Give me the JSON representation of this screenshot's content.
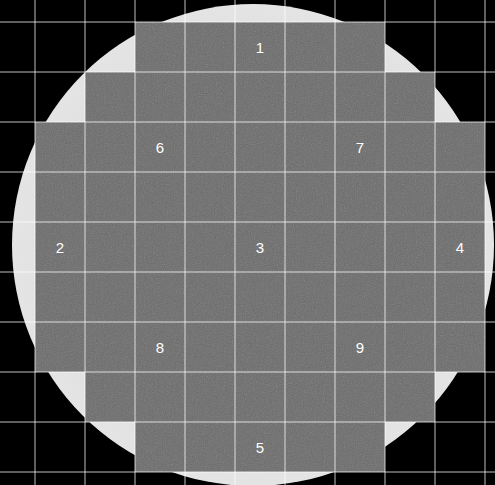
{
  "diagram": {
    "nodes": [
      {
        "text": [
          "1"
        ]
      },
      {
        "text": [
          "6"
        ]
      },
      {
        "text": [
          "7"
        ]
      },
      {
        "text": [
          "2"
        ]
      },
      {
        "text": [
          "3"
        ]
      },
      {
        "text": [
          "4"
        ]
      },
      {
        "text": [
          "8"
        ]
      },
      {
        "text": [
          "9"
        ]
      },
      {
        "text": [
          "5"
        ]
      }
    ]
  }
}
